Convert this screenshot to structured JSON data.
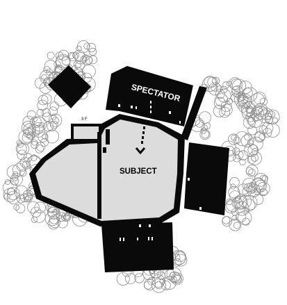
{
  "labels": {
    "spectator": "SPECTATOR",
    "subject": "SUBJECT",
    "small_mark": "3 F"
  },
  "colors": {
    "building": "#0a0a0a",
    "ground": "#dcdcdc",
    "tree_stroke": "#8c8c8c",
    "background": "#ffffff",
    "text_on_dark": "#ffffff",
    "text_on_light": "#000000"
  },
  "icons": {
    "tree": "tree-canopy-icon",
    "sightline": "dotted-arrow-icon"
  }
}
